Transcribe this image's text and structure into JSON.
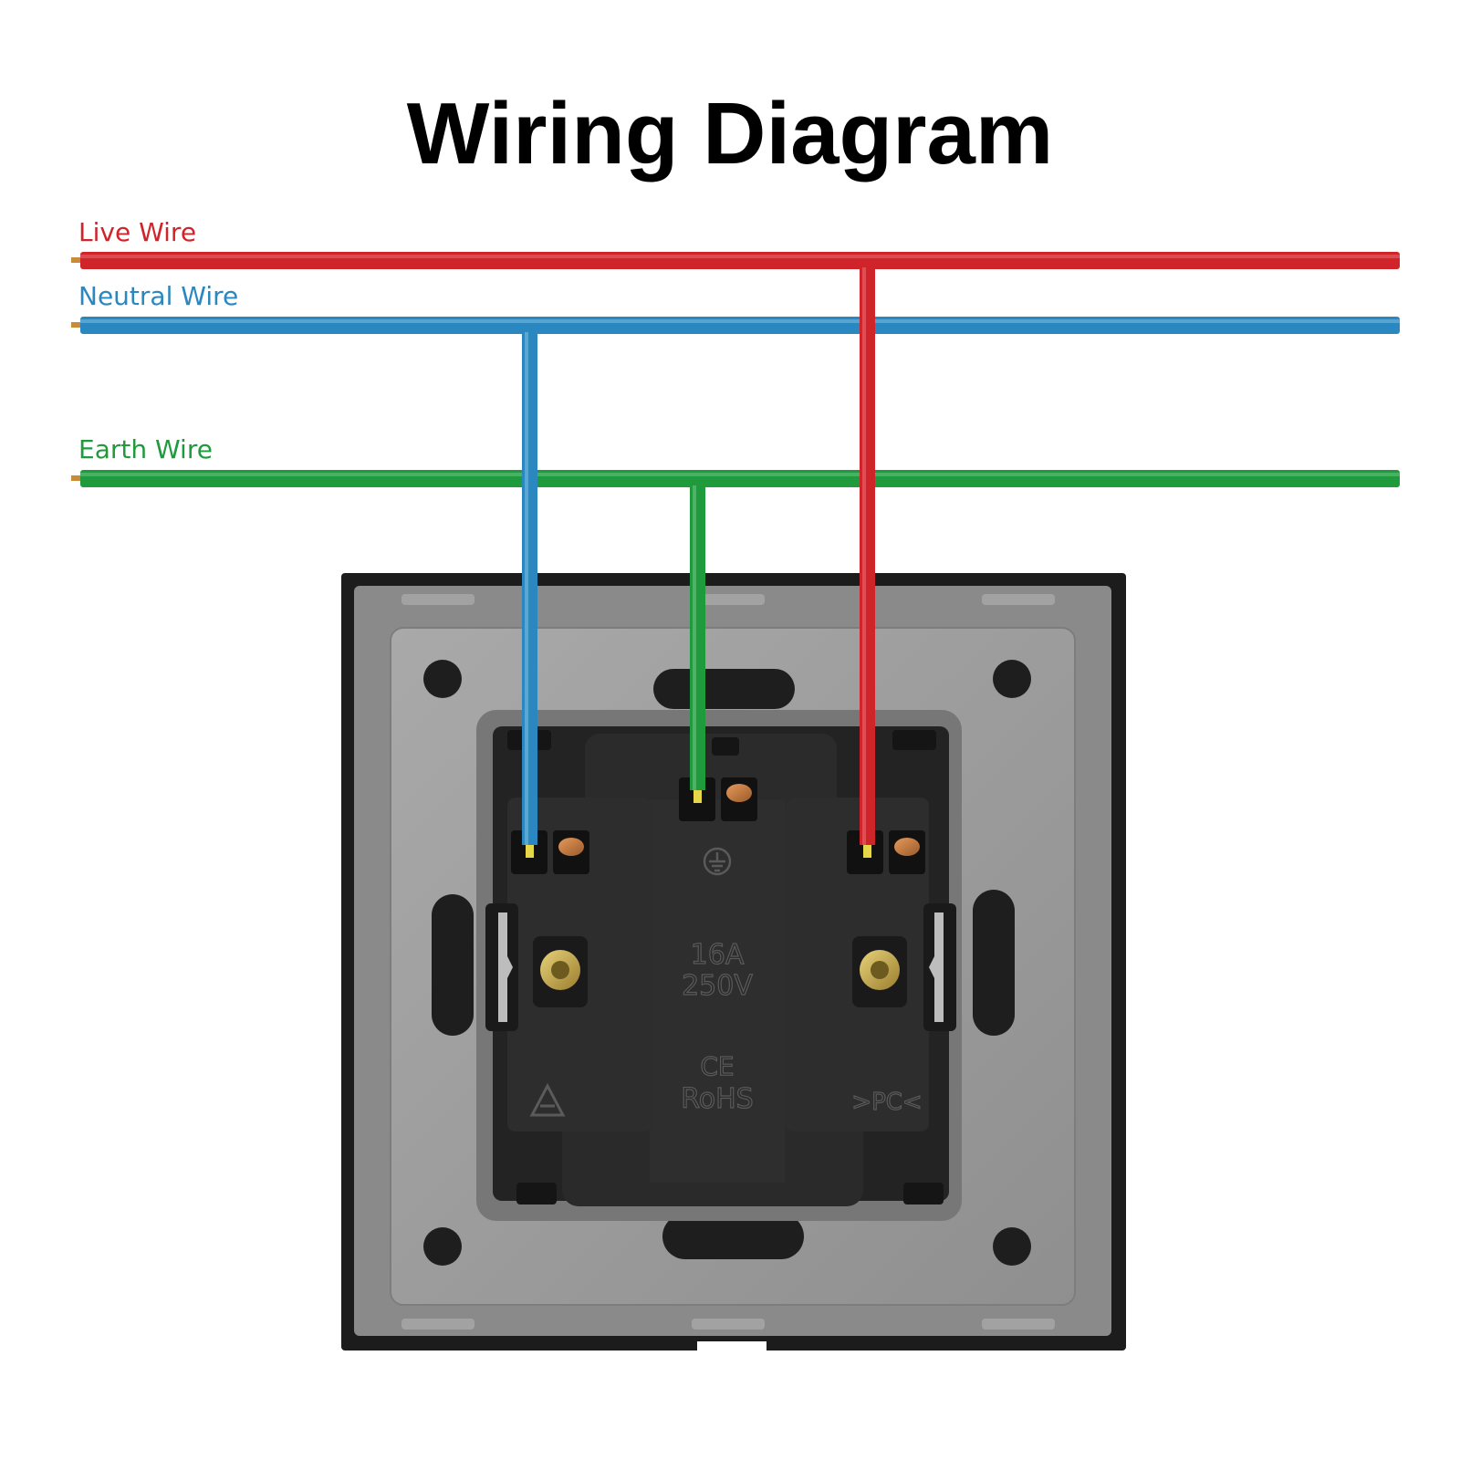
{
  "title": "Wiring Diagram",
  "wires": {
    "live": {
      "label": "Live Wire",
      "color": "#d0242b"
    },
    "neutral": {
      "label": "Neutral Wire",
      "color": "#2a87bf"
    },
    "earth": {
      "label": "Earth Wire",
      "color": "#1f9a3c"
    }
  },
  "socket": {
    "markings": {
      "current": "16A",
      "voltage": "250V",
      "ce": "CE",
      "rohs": "RoHS",
      "material": ">PC<"
    }
  }
}
